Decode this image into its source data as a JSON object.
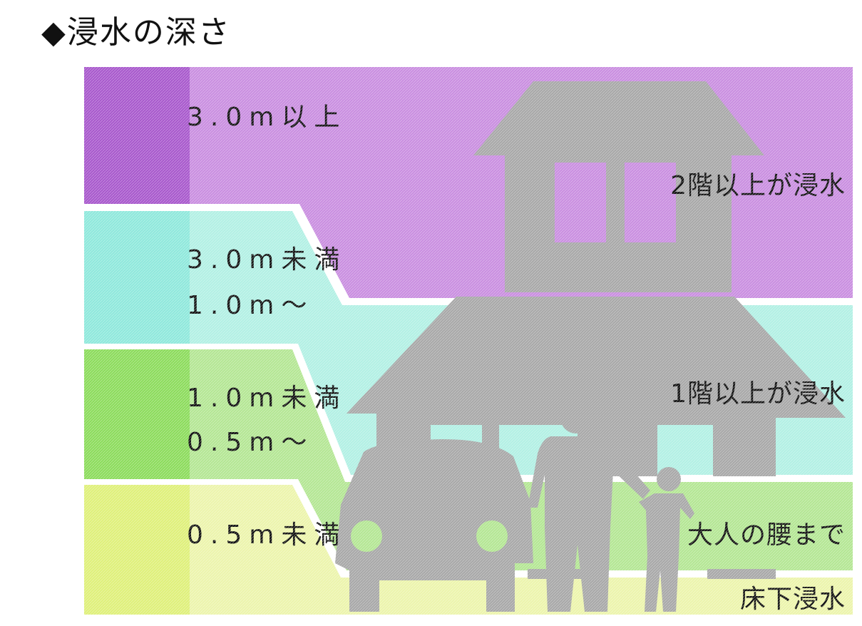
{
  "title": "◆浸水の深さ",
  "colors": {
    "purple": "#c98ee0",
    "cyan": "#b2f0e4",
    "green": "#b4e694",
    "yellow": "#ecf4ac",
    "purple_dark": "#a858cc",
    "cyan_dark": "#8fe8dc",
    "green_dark": "#8cdc5c",
    "yellow_dark": "#dff07a",
    "silhouette": "#a8a8a8"
  },
  "levels": [
    {
      "id": "level-3m-plus",
      "lines": [
        "3.0m以上"
      ],
      "description": "2階以上が浸水"
    },
    {
      "id": "level-1m-3m",
      "lines": [
        "3.0m未満",
        "1.0m～"
      ],
      "description": "1階以上が浸水"
    },
    {
      "id": "level-05m-1m",
      "lines": [
        "1.0m未満",
        "0.5m～"
      ],
      "description": "大人の腰まで"
    },
    {
      "id": "level-under-05m",
      "lines": [
        "0.5m未満"
      ],
      "description": "床下浸水"
    }
  ],
  "icons": [
    "house-icon",
    "car-icon",
    "adult-icon",
    "child-icon"
  ]
}
